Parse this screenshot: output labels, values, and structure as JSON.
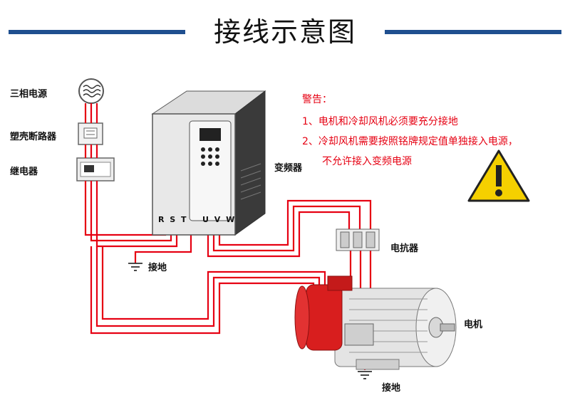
{
  "title": "接线示意图",
  "labels": {
    "power": "三相电源",
    "breaker": "塑壳断路器",
    "contactor": "继电器",
    "inverter": "变频器",
    "ground_left": "接地",
    "reactor": "电抗器",
    "motor": "电机",
    "ground_bottom": "接地",
    "terminals_in": "R S T",
    "terminals_out": "U V W"
  },
  "warning": {
    "heading": "警告：",
    "line1": "1、电机和冷却风机必须要充分接地",
    "line2": "2、冷却风机需要按照铭牌规定值单独接入电源，",
    "line3": "不允许接入变频电源"
  },
  "colors": {
    "wire": "#e60012",
    "rule": "#1f4f8f",
    "motor_red": "#d81e1e",
    "warning_yellow": "#f5d000"
  }
}
